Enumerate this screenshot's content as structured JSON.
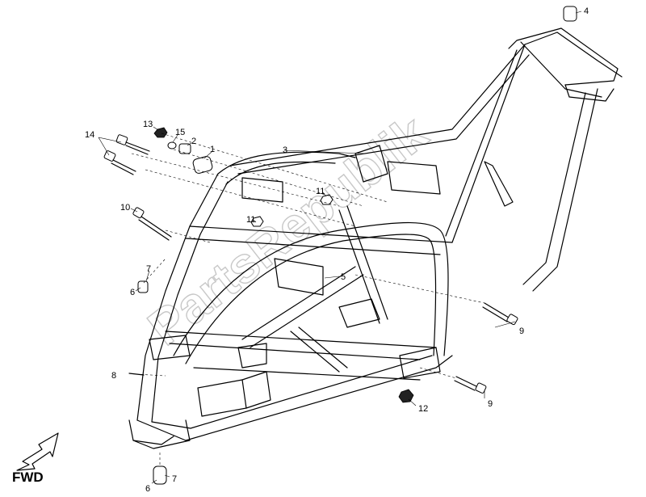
{
  "diagram": {
    "watermark": "PartsRepublik",
    "direction_label": "FWD",
    "callouts": [
      {
        "id": "c1",
        "label": "1"
      },
      {
        "id": "c2",
        "label": "2"
      },
      {
        "id": "c3",
        "label": "3"
      },
      {
        "id": "c4",
        "label": "4"
      },
      {
        "id": "c5",
        "label": "5"
      },
      {
        "id": "c6a",
        "label": "6"
      },
      {
        "id": "c6b",
        "label": "6"
      },
      {
        "id": "c7a",
        "label": "7"
      },
      {
        "id": "c7b",
        "label": "7"
      },
      {
        "id": "c8",
        "label": "8"
      },
      {
        "id": "c9a",
        "label": "9"
      },
      {
        "id": "c9b",
        "label": "9"
      },
      {
        "id": "c10",
        "label": "10"
      },
      {
        "id": "c11a",
        "label": "11"
      },
      {
        "id": "c11b",
        "label": "11"
      },
      {
        "id": "c12",
        "label": "12"
      },
      {
        "id": "c13",
        "label": "13"
      },
      {
        "id": "c14",
        "label": "14"
      },
      {
        "id": "c15",
        "label": "15"
      }
    ]
  }
}
